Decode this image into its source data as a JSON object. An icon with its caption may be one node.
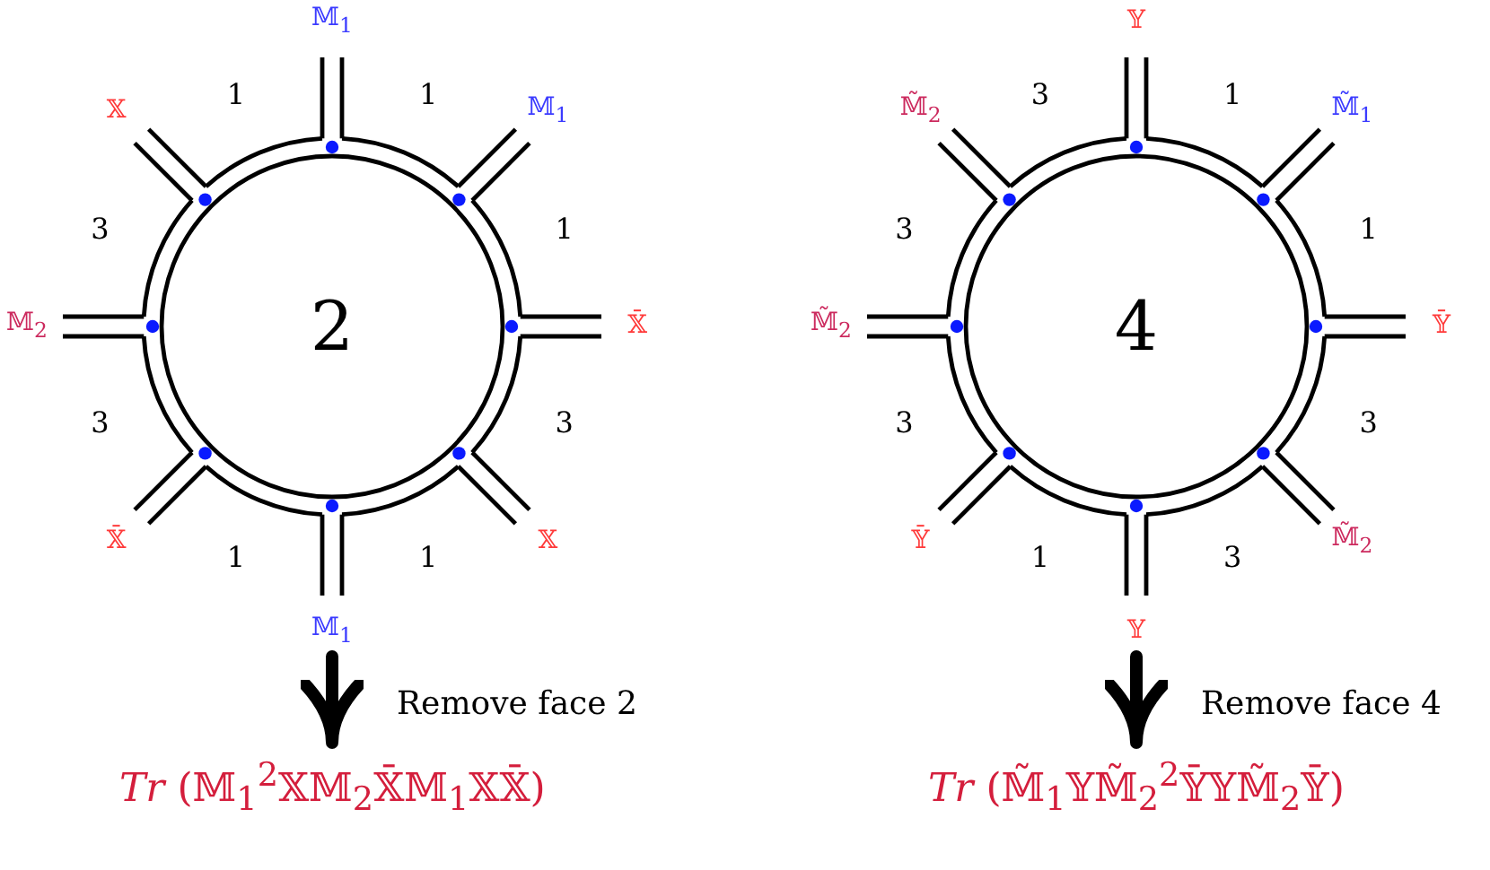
{
  "diagram": {
    "nodes": [
      {
        "text": [
          "2"
        ]
      },
      {
        "text": [
          "4"
        ]
      },
      {
        "text": [
          "*Tr* (𝕄$_{1}$$^{2}$𝕏𝕄$_{2}$𝕏̄𝕄$_{1}$𝕏𝕏̄)"
        ]
      },
      {
        "text": [
          "*Tr* (𝕄̃$_{1}$𝕐𝕄̃$_{2}$$^{2}$𝕐̄𝕐𝕄̃$_{2}$𝕐̄)"
        ]
      }
    ],
    "edges": [
      {
        "from": 0,
        "to": 2,
        "arrow": "to",
        "label": "Remove face 2"
      },
      {
        "from": 1,
        "to": 3,
        "arrow": "to",
        "label": "Remove face 4"
      }
    ],
    "labels": [
      "𝕄$_{1}$",
      "𝕏",
      "1",
      "1",
      "𝕄$_{1}$",
      "3",
      "1",
      "𝕄$_{2}$",
      "𝕏̄",
      "3",
      "3",
      "𝕏̄",
      "𝕏",
      "1",
      "1",
      "𝕄$_{1}$",
      "𝕐",
      "𝕄̃$_{2}$",
      "3",
      "1",
      "𝕄̃$_{1}$",
      "3",
      "1",
      "𝕄̃$_{2}$",
      "𝕐̄",
      "3",
      "3",
      "𝕐̄",
      "𝕄̃$_{2}$",
      "1",
      "3",
      "𝕐"
    ]
  }
}
